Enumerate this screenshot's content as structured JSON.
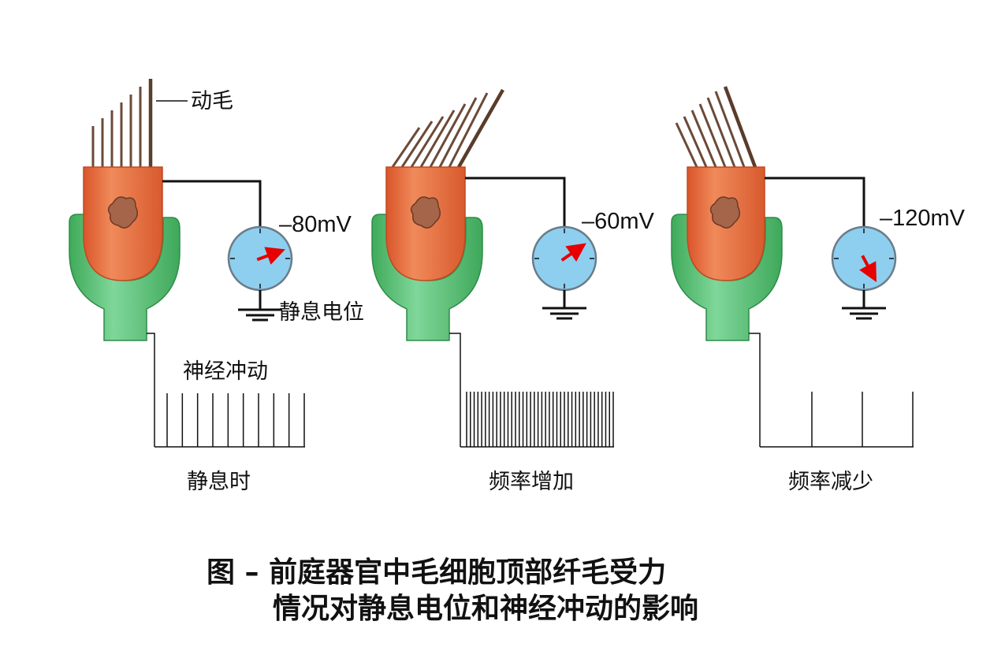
{
  "labels": {
    "kinocilium": "动毛",
    "resting_potential": "静息电位",
    "nerve_impulse": "神经冲动"
  },
  "panels": [
    {
      "voltage": "–80mV",
      "state": "静息时",
      "needle_angle_deg": -20,
      "impulse_count": 10
    },
    {
      "voltage": "–60mV",
      "state": "频率增加",
      "needle_angle_deg": -35,
      "impulse_count": 40
    },
    {
      "voltage": "–120mV",
      "state": "频率减少",
      "needle_angle_deg": 62,
      "impulse_count": 3
    }
  ],
  "caption": {
    "line1": "图 – 前庭器官中毛细胞顶部纤毛受力",
    "line2": "情况对静息电位和神经冲动的影响"
  },
  "colors": {
    "hair_cell": "#e8703f",
    "support_cell": "#5fc07a",
    "meter": "#8ecff0",
    "needle": "#e60000",
    "cilia": "#6b4a38",
    "wire": "#111111"
  }
}
